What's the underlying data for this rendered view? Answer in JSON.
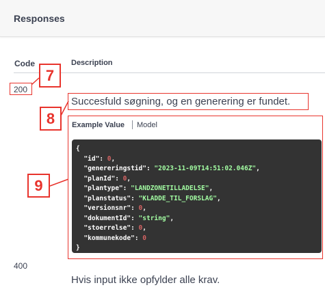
{
  "header": {
    "title": "Responses"
  },
  "table": {
    "code_header": "Code",
    "description_header": "Description"
  },
  "responses": [
    {
      "code": "200",
      "description": "Succesfuld søgning, og en generering er fundet.",
      "tabs": {
        "example_value": "Example Value",
        "model": "Model"
      },
      "example": {
        "open": "{",
        "fields": [
          {
            "key": "\"id\"",
            "value": "0",
            "type": "number"
          },
          {
            "key": "\"genereringstid\"",
            "value": "\"2023-11-09T14:51:02.046Z\"",
            "type": "string"
          },
          {
            "key": "\"planId\"",
            "value": "0",
            "type": "number"
          },
          {
            "key": "\"plantype\"",
            "value": "\"LANDZONETILLADELSE\"",
            "type": "string"
          },
          {
            "key": "\"planstatus\"",
            "value": "\"KLADDE_TIL_FORSLAG\"",
            "type": "string"
          },
          {
            "key": "\"versionsnr\"",
            "value": "0",
            "type": "number"
          },
          {
            "key": "\"dokumentId\"",
            "value": "\"string\"",
            "type": "string"
          },
          {
            "key": "\"stoerrelse\"",
            "value": "0",
            "type": "number"
          },
          {
            "key": "\"kommunekode\"",
            "value": "0",
            "type": "number"
          }
        ],
        "close": "}"
      }
    },
    {
      "code": "400",
      "description": "Hvis input ikke opfylder alle krav."
    }
  ],
  "callouts": {
    "c7": "7",
    "c8": "8",
    "c9": "9"
  },
  "colors": {
    "annotation": "#e8332c",
    "code_bg": "#333333",
    "json_number": "#d36363",
    "json_string": "#a2fca2"
  }
}
